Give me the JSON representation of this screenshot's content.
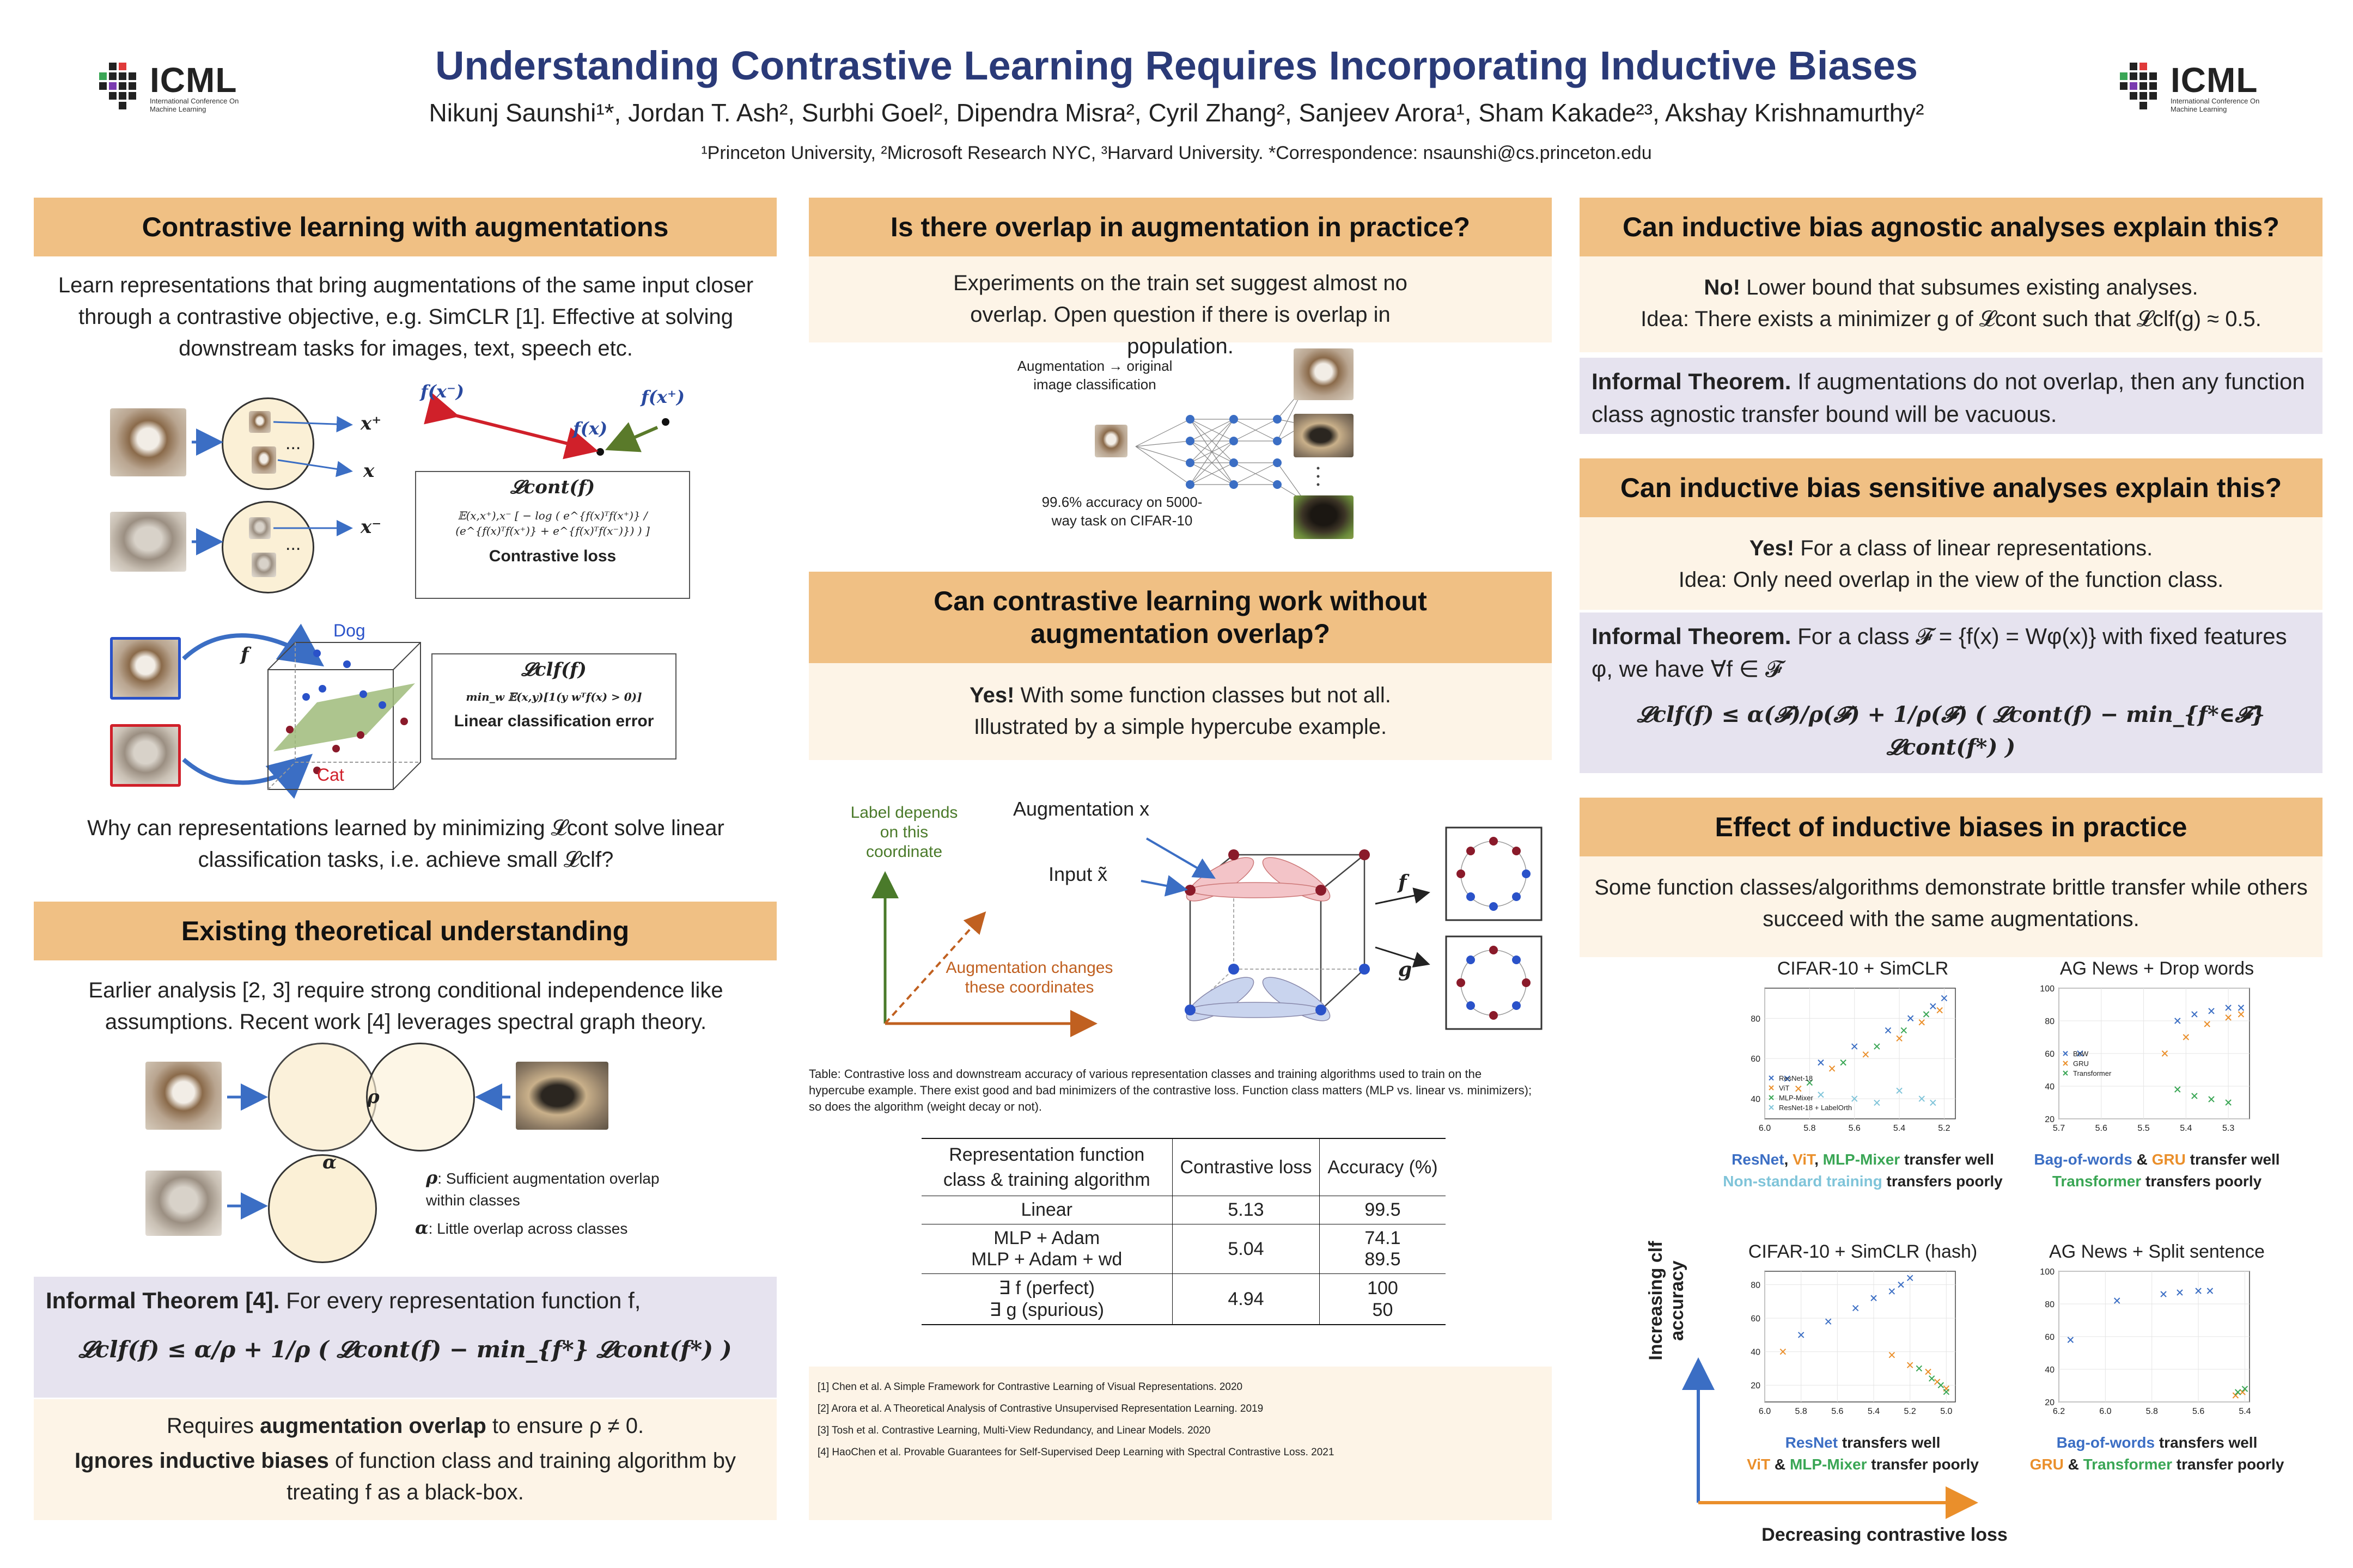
{
  "header": {
    "title": "Understanding Contrastive Learning Requires Incorporating Inductive Biases",
    "authors": "Nikunj Saunshi¹*, Jordan T. Ash², Surbhi Goel², Dipendra Misra², Cyril Zhang², Sanjeev Arora¹, Sham Kakade²³, Akshay Krishnamurthy²",
    "affiliations": "¹Princeton University, ²Microsoft Research NYC, ³Harvard University. *Correspondence: nsaunshi@cs.princeton.edu",
    "logo_text": "ICML",
    "logo_subtext": "International Conference On Machine Learning"
  },
  "col1": {
    "sec1_title": "Contrastive learning with augmentations",
    "sec1_text": "Learn representations that bring augmentations of the same input closer through a contrastive objective, e.g. SimCLR [1]. Effective at solving downstream tasks for images, text, speech etc.",
    "fig1": {
      "x_plus": "x⁺",
      "x": "x",
      "x_minus": "x⁻",
      "f_xminus": "f(x⁻)",
      "f_x": "f(x)",
      "f_xplus": "f(x⁺)",
      "ellipsis": "...",
      "lcont": "𝓛cont(f)",
      "lcont_formula": "𝔼(x,x⁺),x⁻ [ − log ( e^{f(x)ᵀf(x⁺)} / (e^{f(x)ᵀf(x⁺)} + e^{f(x)ᵀf(x⁻)}) ) ]",
      "contrastive_loss": "Contrastive loss",
      "f_label": "f",
      "dog": "Dog",
      "cat": "Cat",
      "lclf": "𝓛clf(f)",
      "lclf_formula": "min_w 𝔼(x,y)[1(y wᵀf(x) > 0)]",
      "linear_error": "Linear classification error"
    },
    "sec1_question": "Why can representations learned by minimizing 𝓛cont solve linear classification tasks, i.e. achieve small 𝓛clf?",
    "sec2_title": "Existing theoretical understanding",
    "sec2_text": "Earlier analysis [2, 3] require strong conditional independence like assumptions. Recent work [4] leverages spectral graph theory.",
    "fig2": {
      "rho": "ρ",
      "alpha": "α",
      "rho_desc": ": Sufficient augmentation overlap within classes",
      "alpha_desc": ": Little overlap across classes"
    },
    "theorem_label": "Informal Theorem [4].",
    "theorem_text": "For every representation function f,",
    "theorem_formula": "𝓛clf(f) ≤ α/ρ + 1/ρ ( 𝓛cont(f) − min_{f*} 𝓛cont(f*) )",
    "req_line1_a": "Requires ",
    "req_line1_b": "augmentation overlap",
    "req_line1_c": " to ensure ρ ≠ 0.",
    "req_line2_a": "Ignores inductive biases",
    "req_line2_b": " of function class and training algorithm by treating f as a black-box."
  },
  "col2": {
    "sec3_title": "Is there overlap in augmentation in practice?",
    "sec3_text": "Experiments on the train set suggest almost no overlap. Open question if there is overlap in population.",
    "fig3": {
      "aug_label": "Augmentation → original image classification",
      "acc_label": "99.6% accuracy on 5000-way task on CIFAR-10"
    },
    "sec4_title": "Can contrastive learning work without augmentation overlap?",
    "sec4_yes": "Yes!",
    "sec4_text": " With some function classes but not all. Illustrated by a simple hypercube example.",
    "fig4": {
      "label_depends": "Label depends on this coordinate",
      "aug_x": "Augmentation x",
      "input_x": "Input x̃",
      "aug_changes": "Augmentation changes these coordinates",
      "f": "f",
      "g": "g"
    },
    "table_caption": "Table: Contrastive loss and downstream accuracy of various representation classes and training algorithms used to train on the hypercube example. There exist good and bad minimizers of the contrastive loss. Function class matters (MLP vs. linear vs. minimizers); so does the algorithm (weight decay or not).",
    "table": {
      "headers": [
        "Representation function class & training algorithm",
        "Contrastive loss",
        "Accuracy (%)"
      ],
      "rows": [
        {
          "method": "Linear",
          "loss": "5.13",
          "acc": "99.5"
        },
        {
          "method": "MLP + Adam",
          "loss": "5.04",
          "acc": "74.1"
        },
        {
          "method": "MLP + Adam + wd",
          "loss": "",
          "acc": "89.5"
        },
        {
          "method": "∃ f (perfect)",
          "loss": "4.94",
          "acc": "100"
        },
        {
          "method": "∃ g (spurious)",
          "loss": "",
          "acc": "50"
        }
      ]
    },
    "refs": [
      "[1] Chen et al. A Simple Framework for Contrastive Learning of Visual Representations. 2020",
      "[2] Arora et al. A Theoretical Analysis of Contrastive Unsupervised Representation Learning. 2019",
      "[3] Tosh et al. Contrastive Learning, Multi-View Redundancy, and Linear Models. 2020",
      "[4] HaoChen et al. Provable Guarantees for Self-Supervised Deep Learning with Spectral Contrastive Loss. 2021"
    ]
  },
  "col3": {
    "sec5_title": "Can inductive bias agnostic analyses explain this?",
    "sec5_no": "No!",
    "sec5_text1": " Lower bound that subsumes existing analyses.",
    "sec5_text2": "Idea: There exists a minimizer g of 𝓛cont such that 𝓛clf(g) ≈ 0.5.",
    "sec5_theorem_label": "Informal Theorem.",
    "sec5_theorem_text": " If augmentations do not overlap, then any function class agnostic transfer bound will be vacuous.",
    "sec6_title": "Can inductive bias sensitive analyses explain this?",
    "sec6_yes": "Yes!",
    "sec6_text1": " For a class of linear representations.",
    "sec6_text2": "Idea: Only need overlap in the view of the function class.",
    "sec6_theorem_label": "Informal Theorem.",
    "sec6_theorem_text": " For a class 𝓕 = {f(x) = Wφ(x)} with fixed features φ, we have ∀f ∈ 𝓕",
    "sec6_formula": "𝓛clf(f) ≤ α(𝓕)/ρ(𝓕) + 1/ρ(𝓕) ( 𝓛cont(f) − min_{f*∈𝓕} 𝓛cont(f*) )",
    "sec7_title": "Effect of inductive biases in practice",
    "sec7_text": "Some function classes/algorithms demonstrate brittle transfer while others succeed with the same augmentations.",
    "y_axis_label": "Increasing clf accuracy",
    "x_axis_label": "Decreasing contrastive loss"
  },
  "chart_data": [
    {
      "type": "scatter",
      "title": "CIFAR-10 + SimCLR",
      "xlim": [
        6.0,
        5.15
      ],
      "ylim": [
        30,
        95
      ],
      "x_ticks": [
        "6.0",
        "5.8",
        "5.6",
        "5.4",
        "5.2"
      ],
      "y_ticks": [
        "40",
        "60",
        "80"
      ],
      "series": [
        {
          "name": "ResNet-18",
          "color": "#3b6ec4",
          "x": [
            5.9,
            5.75,
            5.6,
            5.45,
            5.35,
            5.25,
            5.2
          ],
          "y": [
            50,
            58,
            66,
            74,
            80,
            86,
            90
          ]
        },
        {
          "name": "ViT",
          "color": "#ea8f2b",
          "x": [
            5.85,
            5.7,
            5.55,
            5.4,
            5.3,
            5.22
          ],
          "y": [
            45,
            55,
            62,
            70,
            78,
            84
          ]
        },
        {
          "name": "MLP-Mixer",
          "color": "#3aa655",
          "x": [
            5.8,
            5.65,
            5.5,
            5.38,
            5.28
          ],
          "y": [
            48,
            58,
            66,
            74,
            82
          ]
        },
        {
          "name": "ResNet-18 + LabelOrth",
          "color": "#7fc4d9",
          "x": [
            5.75,
            5.6,
            5.5,
            5.4,
            5.3,
            5.25
          ],
          "y": [
            42,
            40,
            38,
            44,
            40,
            38
          ]
        }
      ],
      "caption_parts": [
        {
          "text": "ResNet",
          "color": "#3b6ec4"
        },
        {
          "text": ", ",
          "color": "#222"
        },
        {
          "text": "ViT",
          "color": "#ea8f2b"
        },
        {
          "text": ", ",
          "color": "#222"
        },
        {
          "text": "MLP-Mixer",
          "color": "#3aa655"
        },
        {
          "text": " transfer well",
          "color": "#222"
        }
      ],
      "caption_line2": [
        {
          "text": "Non-standard training",
          "color": "#7fc4d9"
        },
        {
          "text": " transfers poorly",
          "color": "#222"
        }
      ]
    },
    {
      "type": "scatter",
      "title": "AG News + Drop words",
      "xlim": [
        5.7,
        5.25
      ],
      "ylim": [
        20,
        100
      ],
      "x_ticks": [
        "5.7",
        "5.6",
        "5.5",
        "5.4",
        "5.3"
      ],
      "y_ticks": [
        "20",
        "40",
        "60",
        "80",
        "100"
      ],
      "series": [
        {
          "name": "BoW",
          "color": "#3b6ec4",
          "x": [
            5.65,
            5.42,
            5.38,
            5.34,
            5.3,
            5.27
          ],
          "y": [
            60,
            80,
            84,
            86,
            88,
            88
          ]
        },
        {
          "name": "GRU",
          "color": "#ea8f2b",
          "x": [
            5.45,
            5.4,
            5.35,
            5.3,
            5.27
          ],
          "y": [
            60,
            70,
            78,
            82,
            84
          ]
        },
        {
          "name": "Transformer",
          "color": "#3aa655",
          "x": [
            5.42,
            5.38,
            5.34,
            5.3
          ],
          "y": [
            38,
            34,
            32,
            30
          ]
        }
      ],
      "caption_parts": [
        {
          "text": "Bag-of-words",
          "color": "#3b6ec4"
        },
        {
          "text": " & ",
          "color": "#222"
        },
        {
          "text": "GRU",
          "color": "#ea8f2b"
        },
        {
          "text": " transfer well",
          "color": "#222"
        }
      ],
      "caption_line2": [
        {
          "text": "Transformer",
          "color": "#3aa655"
        },
        {
          "text": " transfers poorly",
          "color": "#222"
        }
      ]
    },
    {
      "type": "scatter",
      "title": "CIFAR-10 + SimCLR (hash)",
      "xlim": [
        6.0,
        4.95
      ],
      "ylim": [
        10,
        88
      ],
      "x_ticks": [
        "6.0",
        "5.8",
        "5.6",
        "5.4",
        "5.2",
        "5.0"
      ],
      "y_ticks": [
        "20",
        "40",
        "60",
        "80"
      ],
      "series": [
        {
          "name": "ResNet",
          "color": "#3b6ec4",
          "x": [
            5.8,
            5.65,
            5.5,
            5.4,
            5.3,
            5.25,
            5.2
          ],
          "y": [
            50,
            58,
            66,
            72,
            76,
            80,
            84
          ]
        },
        {
          "name": "ViT",
          "color": "#ea8f2b",
          "x": [
            5.9,
            5.3,
            5.2,
            5.1,
            5.05,
            5.0
          ],
          "y": [
            40,
            38,
            32,
            28,
            22,
            18
          ]
        },
        {
          "name": "MLP-Mixer",
          "color": "#3aa655",
          "x": [
            5.15,
            5.08,
            5.03,
            5.0
          ],
          "y": [
            30,
            24,
            20,
            16
          ]
        }
      ],
      "caption_parts": [
        {
          "text": "ResNet",
          "color": "#3b6ec4"
        },
        {
          "text": " transfers well",
          "color": "#222"
        }
      ],
      "caption_line2": [
        {
          "text": "ViT",
          "color": "#ea8f2b"
        },
        {
          "text": " & ",
          "color": "#222"
        },
        {
          "text": "MLP-Mixer",
          "color": "#3aa655"
        },
        {
          "text": " transfer poorly",
          "color": "#222"
        }
      ]
    },
    {
      "type": "scatter",
      "title": "AG News + Split sentence",
      "xlim": [
        6.2,
        5.38
      ],
      "ylim": [
        20,
        100
      ],
      "x_ticks": [
        "6.2",
        "6.0",
        "5.8",
        "5.6",
        "5.4"
      ],
      "y_ticks": [
        "20",
        "40",
        "60",
        "80",
        "100"
      ],
      "series": [
        {
          "name": "Bag-of-words",
          "color": "#3b6ec4",
          "x": [
            6.15,
            5.95,
            5.75,
            5.68,
            5.6,
            5.55
          ],
          "y": [
            58,
            82,
            86,
            87,
            88,
            88
          ]
        },
        {
          "name": "GRU",
          "color": "#ea8f2b",
          "x": [
            5.44,
            5.41
          ],
          "y": [
            24,
            26
          ]
        },
        {
          "name": "Transformer",
          "color": "#3aa655",
          "x": [
            5.43,
            5.4
          ],
          "y": [
            26,
            28
          ]
        }
      ],
      "caption_parts": [
        {
          "text": "Bag-of-words",
          "color": "#3b6ec4"
        },
        {
          "text": " transfers well",
          "color": "#222"
        }
      ],
      "caption_line2": [
        {
          "text": "GRU",
          "color": "#ea8f2b"
        },
        {
          "text": " & ",
          "color": "#222"
        },
        {
          "text": "Transformer",
          "color": "#3aa655"
        },
        {
          "text": " transfer poorly",
          "color": "#222"
        }
      ]
    }
  ]
}
